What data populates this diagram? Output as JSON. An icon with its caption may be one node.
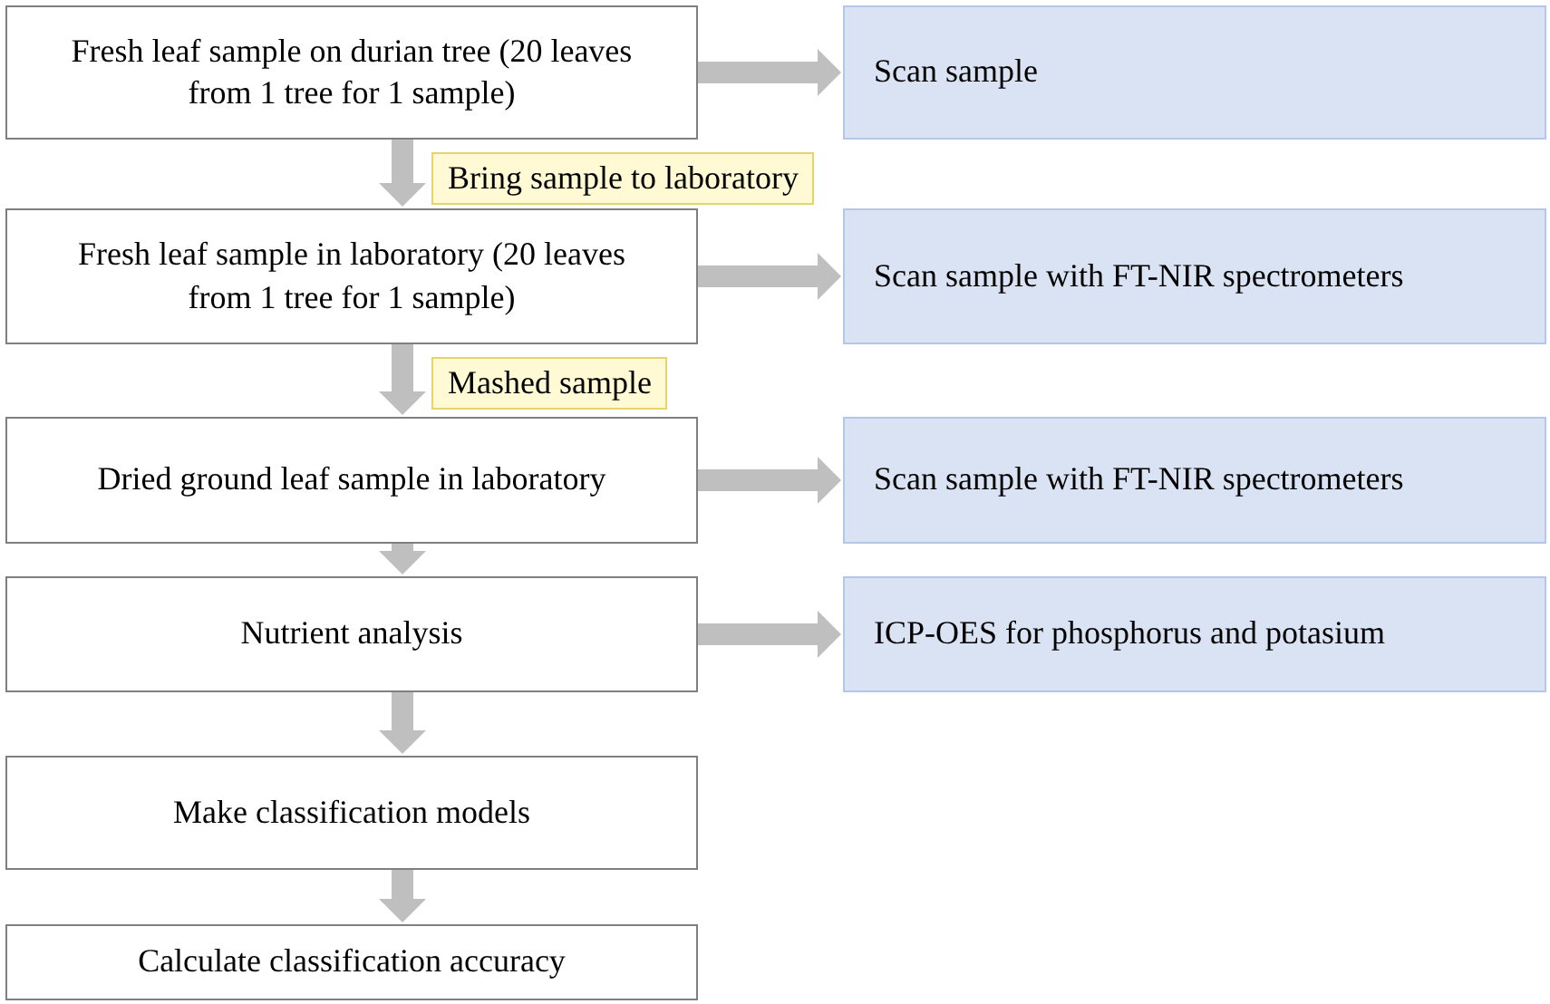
{
  "diagram": {
    "nodes": [
      {
        "text": [
          "Fresh leaf sample on durian tree (20 leaves from 1 tree for 1 sample)"
        ]
      },
      {
        "text": [
          "Scan sample"
        ]
      },
      {
        "text": [
          "Fresh leaf sample in laboratory (20 leaves from 1 tree for 1 sample)"
        ]
      },
      {
        "text": [
          "Scan sample with FT-NIR spectrometers"
        ]
      },
      {
        "text": [
          "Dried ground leaf sample in laboratory"
        ]
      },
      {
        "text": [
          "Scan sample with FT-NIR spectrometers"
        ]
      },
      {
        "text": [
          "Nutrient analysis"
        ]
      },
      {
        "text": [
          "ICP-OES for phosphorus and potasium"
        ]
      },
      {
        "text": [
          "Make classification models"
        ]
      },
      {
        "text": [
          "Calculate classification accuracy"
        ]
      }
    ],
    "edges": [
      {
        "from": 0,
        "to": 1,
        "arrow": "to"
      },
      {
        "from": 0,
        "to": 2,
        "arrow": "to",
        "label": "Bring sample to laboratory"
      },
      {
        "from": 2,
        "to": 3,
        "arrow": "to"
      },
      {
        "from": 2,
        "to": 4,
        "arrow": "to",
        "label": "Mashed sample"
      },
      {
        "from": 4,
        "to": 5,
        "arrow": "to"
      },
      {
        "from": 4,
        "to": 6,
        "arrow": "to"
      },
      {
        "from": 6,
        "to": 7,
        "arrow": "to"
      },
      {
        "from": 6,
        "to": 8,
        "arrow": "to"
      },
      {
        "from": 8,
        "to": 9,
        "arrow": "to"
      }
    ]
  }
}
